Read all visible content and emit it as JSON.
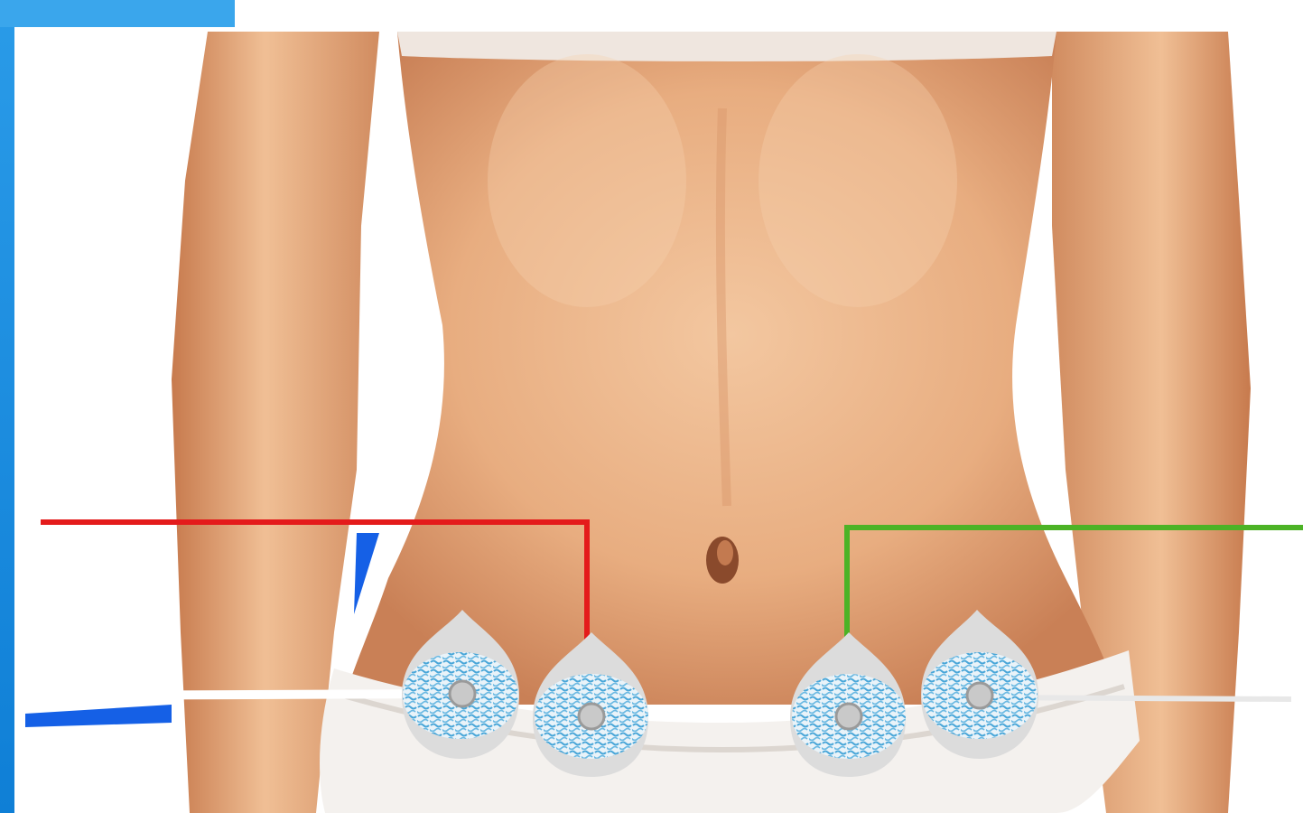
{
  "image": {
    "description_tags": [
      "torso",
      "abdomen",
      "electrode-pads",
      "lead-wires"
    ]
  },
  "colors": {
    "background_left_blue": "#1a8ce0",
    "skin_light": "#f2c29a",
    "skin_mid": "#e3a273",
    "skin_shadow": "#c77e51",
    "underwear": "#f4f1ee",
    "pad_backing": "#dcdcdc",
    "pad_pattern": "#49a6d8",
    "wire_red": "#e41b1b",
    "wire_green": "#4cb326",
    "wire_white": "#ffffff",
    "wire_blue": "#1560e6"
  },
  "electrodes": [
    {
      "id": "pad-1",
      "wire": "white"
    },
    {
      "id": "pad-2",
      "wire": "red"
    },
    {
      "id": "pad-3",
      "wire": "green"
    },
    {
      "id": "pad-4",
      "wire": "white"
    }
  ],
  "wires": [
    {
      "id": "wire-red",
      "color": "red"
    },
    {
      "id": "wire-green",
      "color": "green"
    },
    {
      "id": "wire-white-left",
      "color": "white"
    },
    {
      "id": "wire-white-right",
      "color": "white"
    },
    {
      "id": "wire-blue-left",
      "color": "blue"
    }
  ]
}
